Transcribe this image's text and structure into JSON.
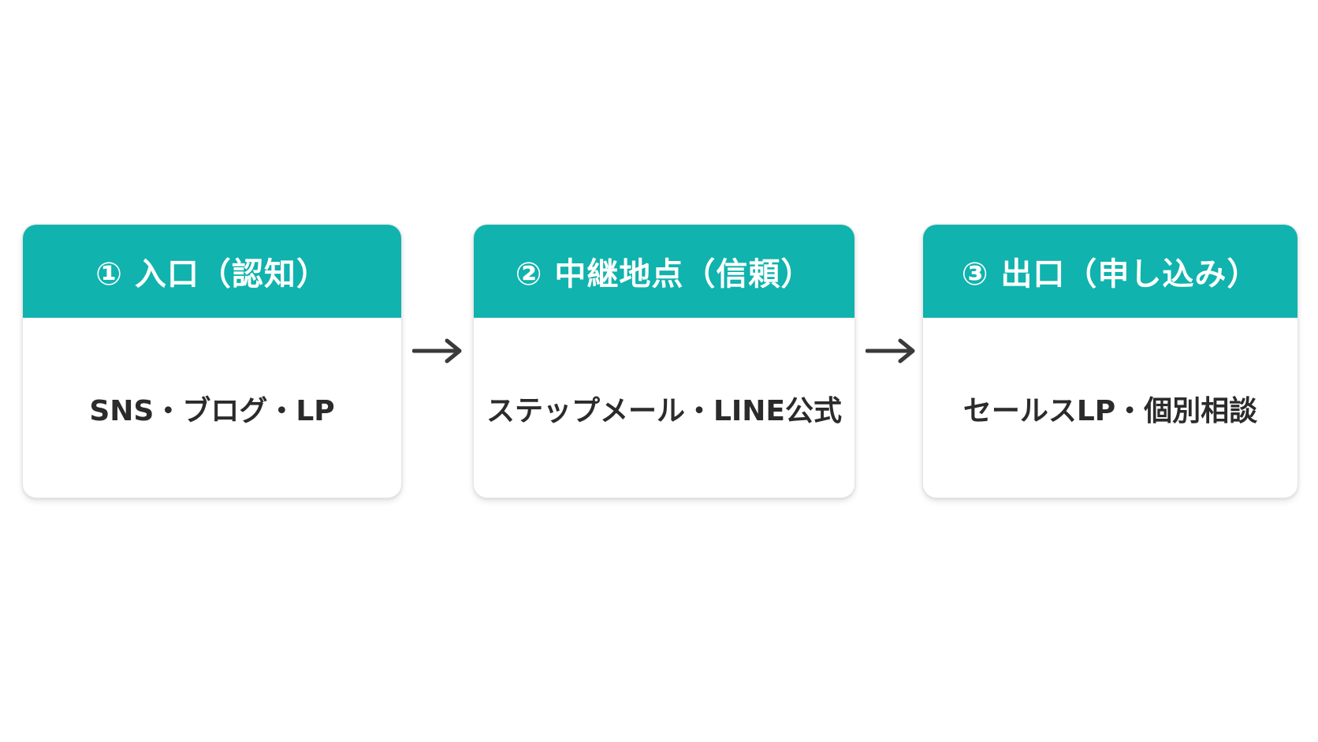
{
  "steps": [
    {
      "title": "① 入口（認知）",
      "body": "SNS・ブログ・LP"
    },
    {
      "title": "② 中継地点（信頼）",
      "body": "ステップメール・LINE公式"
    },
    {
      "title": "③ 出口（申し込み）",
      "body": "セールスLP・個別相談"
    }
  ],
  "colors": {
    "header_bg": "#10b3ad",
    "header_text": "#ffffff",
    "body_text": "#2b2b2b",
    "arrow": "#3a3a3a"
  },
  "icons": {
    "connector": "arrow-right-icon"
  }
}
